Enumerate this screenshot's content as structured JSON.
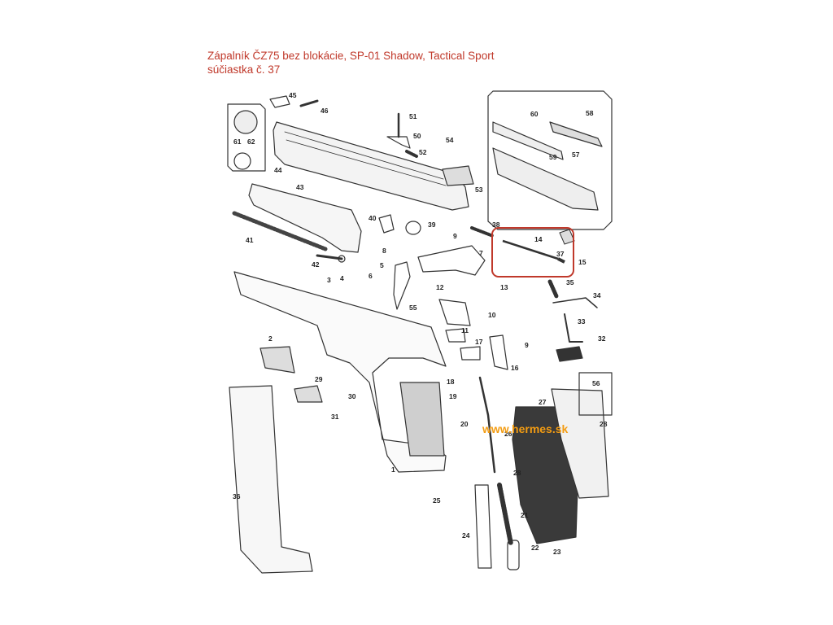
{
  "title": {
    "line1": "Zápalník ČZ75 bez blokácie, SP-01 Shadow, Tactical Sport",
    "line2": "súčiastka č. 37"
  },
  "watermark": "www.hermes.sk",
  "highlight": {
    "color": "#c0392b",
    "part": "37"
  },
  "parts": [
    "1",
    "2",
    "3",
    "4",
    "5",
    "6",
    "7",
    "8",
    "9",
    "9",
    "10",
    "11",
    "12",
    "13",
    "14",
    "15",
    "16",
    "17",
    "18",
    "19",
    "20",
    "21",
    "22",
    "23",
    "24",
    "25",
    "26",
    "27",
    "28",
    "28",
    "29",
    "30",
    "31",
    "32",
    "33",
    "34",
    "35",
    "36",
    "37",
    "38",
    "39",
    "40",
    "41",
    "42",
    "43",
    "44",
    "45",
    "46",
    "50",
    "51",
    "52",
    "53",
    "54",
    "55",
    "56",
    "57",
    "58",
    "59",
    "60",
    "61",
    "62"
  ]
}
